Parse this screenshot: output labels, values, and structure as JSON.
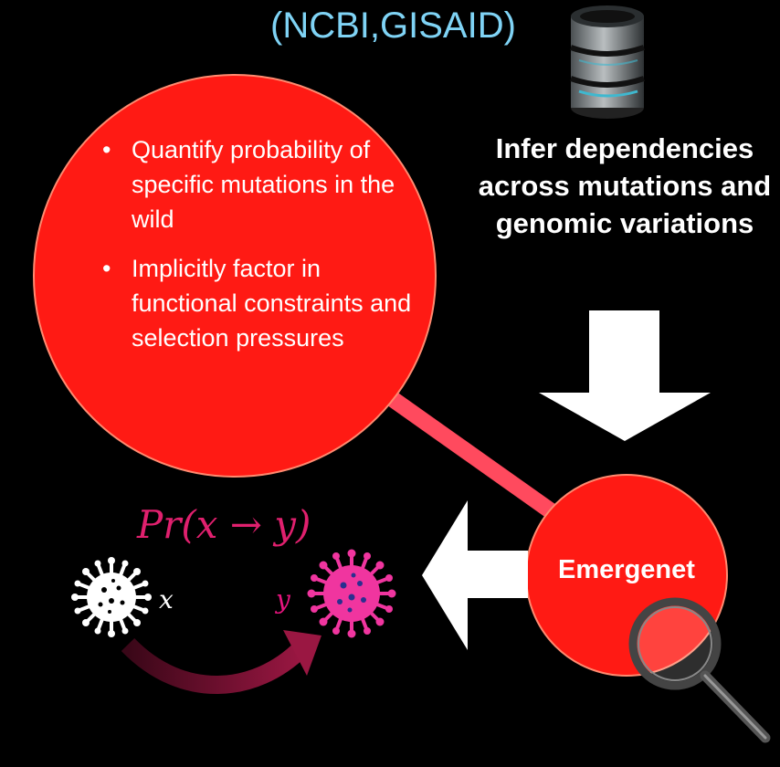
{
  "database": {
    "label": "(NCBI,GISAID)",
    "icon": "database-icon"
  },
  "infer_text": "Infer dependencies across mutations and genomic variations",
  "bullets": [
    "Quantify probability of specific mutations in the wild",
    "Implicitly factor in functional constraints and selection pressures"
  ],
  "bullet_glyph": "•",
  "emergenet": {
    "label": "Emergenet",
    "icon": "magnifier-icon"
  },
  "probability": {
    "label": "Pr(x → y)"
  },
  "variables": {
    "x": "x",
    "y": "y"
  },
  "colors": {
    "circle_red": "#ff1a14",
    "connector": "#ff4a5e",
    "title_cyan": "#7fd3f5",
    "formula_pink": "#e0206e",
    "virus_pink": "#f0359f",
    "curve_arrow": "#8a1438",
    "arrow_white": "#ffffff"
  }
}
